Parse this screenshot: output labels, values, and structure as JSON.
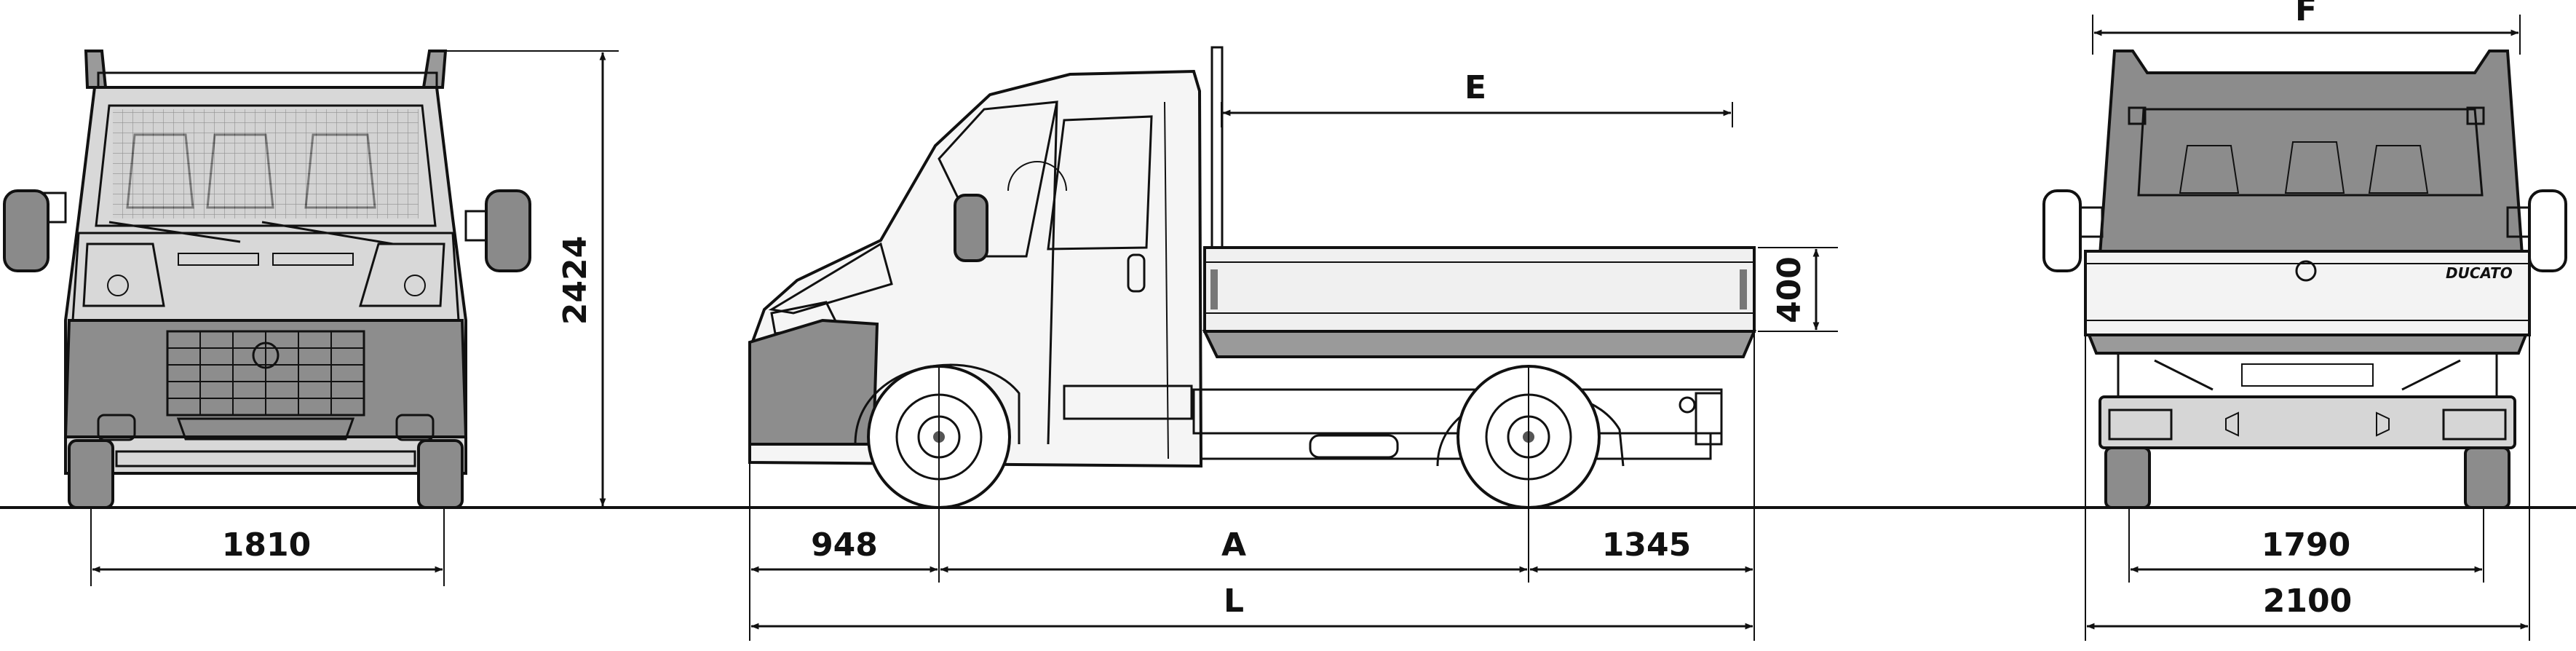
{
  "drawing": {
    "front_view": {
      "width_label": "1810",
      "height_label": "2424"
    },
    "side_view": {
      "front_overhang_label": "948",
      "wheelbase_label": "A",
      "rear_overhang_label": "1345",
      "overall_length_label": "L",
      "platform_length_label": "E",
      "side_height_label": "400"
    },
    "rear_view": {
      "overall_width_label": "F",
      "track_label": "1790",
      "body_width_label": "2100",
      "model_badge": "DUCATO"
    },
    "colors": {
      "line": "#111111",
      "body_gray": "#8c8c8c",
      "light_gray": "#d6d6d6",
      "mid_gray": "#a9a9a9",
      "background": "#ffffff"
    }
  }
}
